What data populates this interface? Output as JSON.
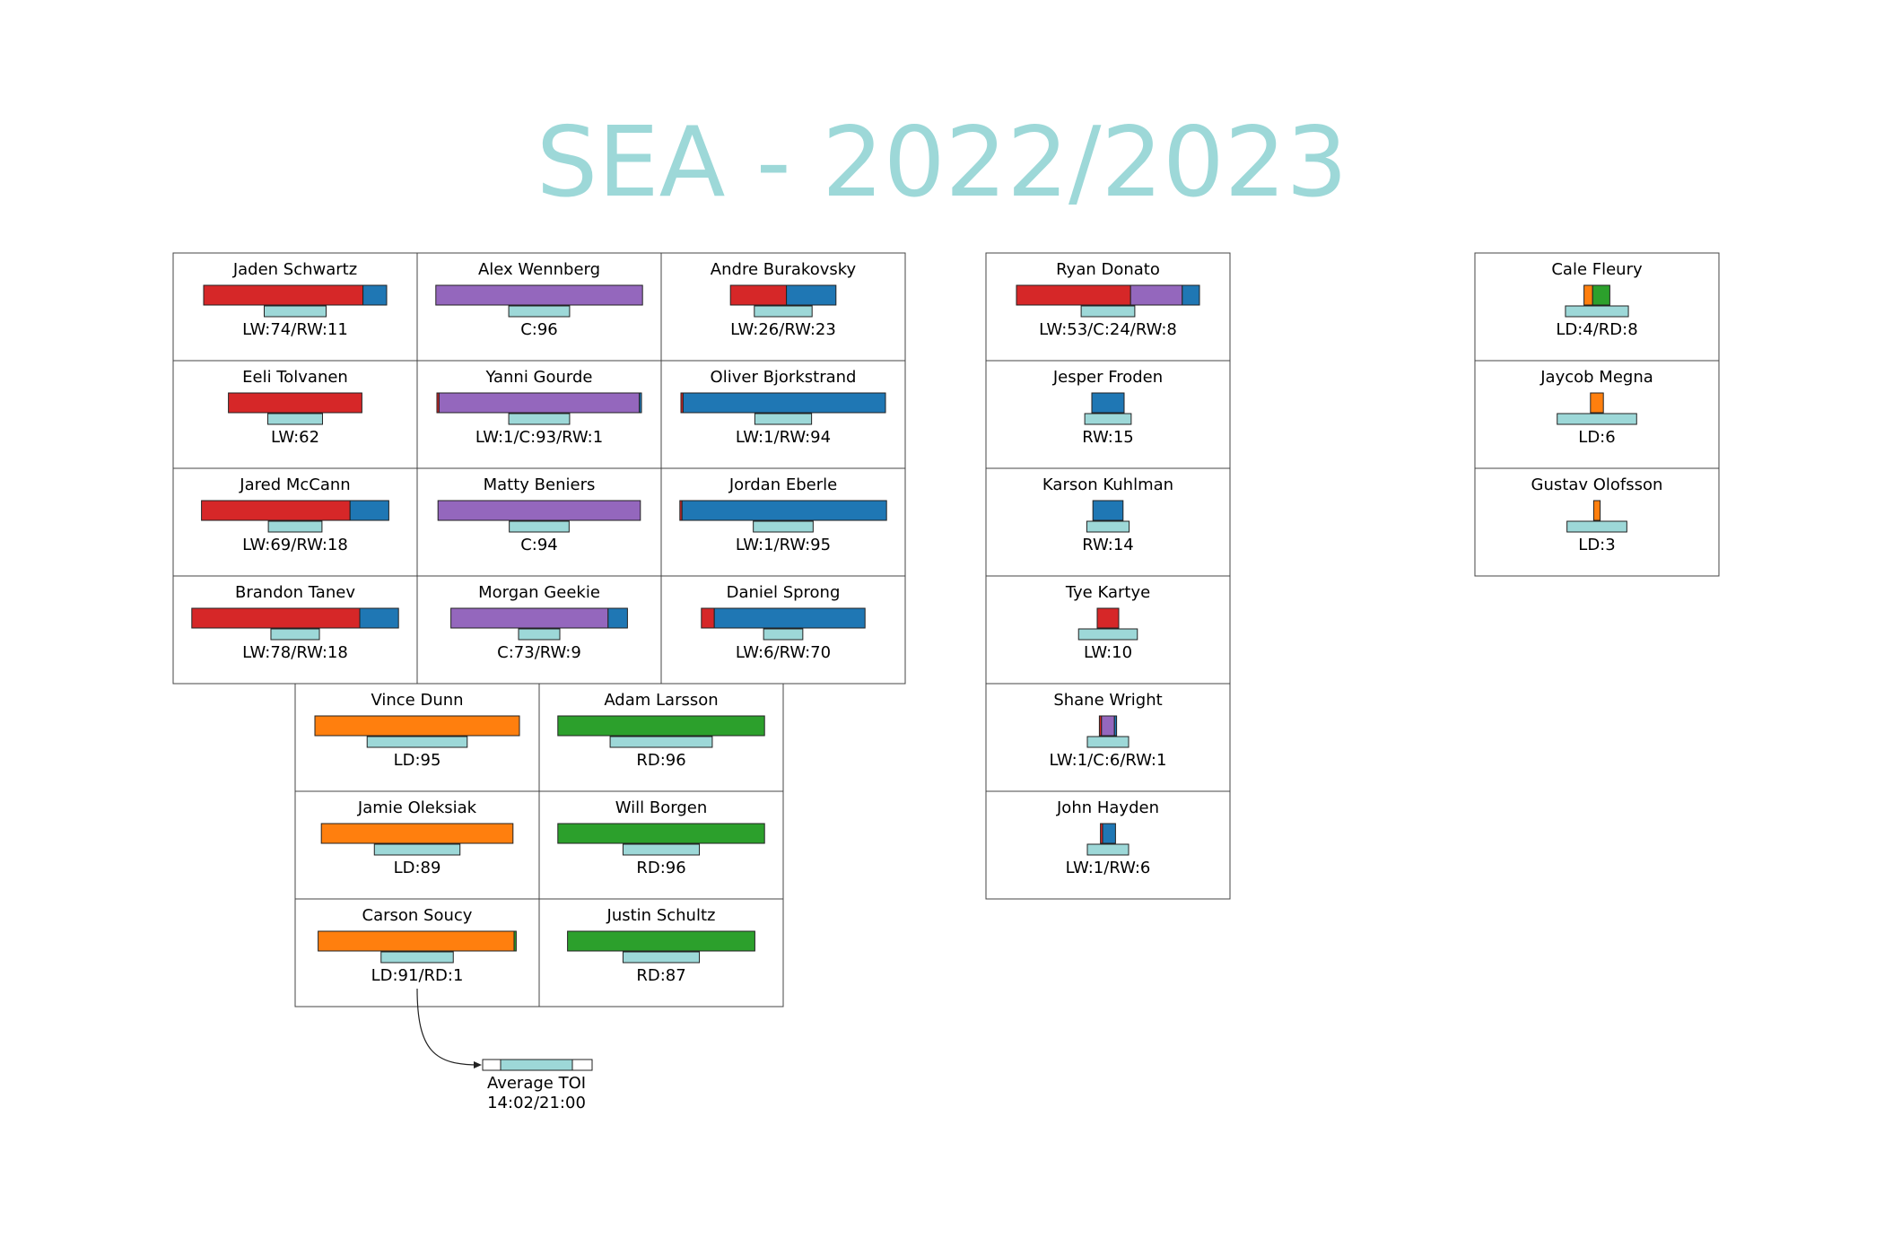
{
  "title": "SEA - 2022/2023",
  "colors": {
    "LW": "#d62728",
    "C": "#9467bd",
    "RW": "#1f77b4",
    "LD": "#ff7f0e",
    "RD": "#2ca02c",
    "toi": "#9dd8d8"
  },
  "legend": {
    "label": "Average TOI",
    "value": "14:02/21:00"
  },
  "chart_data": {
    "type": "bar",
    "title": "SEA - 2022/2023",
    "note": "Per-player stacked bars of games at each position; lower bar shows average TOI",
    "players": [
      {
        "name": "Jaden Schwartz",
        "label": "LW:74/RW:11",
        "group": "forwards",
        "segments": [
          {
            "pos": "LW",
            "value": 74
          },
          {
            "pos": "RW",
            "value": 11
          }
        ],
        "toi": 0.6
      },
      {
        "name": "Alex Wennberg",
        "label": "C:96",
        "group": "forwards",
        "segments": [
          {
            "pos": "C",
            "value": 96
          }
        ],
        "toi": 0.59
      },
      {
        "name": "Andre Burakovsky",
        "label": "LW:26/RW:23",
        "group": "forwards",
        "segments": [
          {
            "pos": "LW",
            "value": 26
          },
          {
            "pos": "RW",
            "value": 23
          }
        ],
        "toi": 0.56
      },
      {
        "name": "Eeli Tolvanen",
        "label": "LW:62",
        "group": "forwards",
        "segments": [
          {
            "pos": "LW",
            "value": 62
          }
        ],
        "toi": 0.53
      },
      {
        "name": "Yanni Gourde",
        "label": "LW:1/C:93/RW:1",
        "group": "forwards",
        "segments": [
          {
            "pos": "LW",
            "value": 1
          },
          {
            "pos": "C",
            "value": 93
          },
          {
            "pos": "RW",
            "value": 1
          }
        ],
        "toi": 0.59
      },
      {
        "name": "Oliver Bjorkstrand",
        "label": "LW:1/RW:94",
        "group": "forwards",
        "segments": [
          {
            "pos": "LW",
            "value": 1
          },
          {
            "pos": "RW",
            "value": 94
          }
        ],
        "toi": 0.55
      },
      {
        "name": "Jared McCann",
        "label": "LW:69/RW:18",
        "group": "forwards",
        "segments": [
          {
            "pos": "LW",
            "value": 69
          },
          {
            "pos": "RW",
            "value": 18
          }
        ],
        "toi": 0.52
      },
      {
        "name": "Matty Beniers",
        "label": "C:94",
        "group": "forwards",
        "segments": [
          {
            "pos": "C",
            "value": 94
          }
        ],
        "toi": 0.58
      },
      {
        "name": "Jordan Eberle",
        "label": "LW:1/RW:95",
        "group": "forwards",
        "segments": [
          {
            "pos": "LW",
            "value": 1
          },
          {
            "pos": "RW",
            "value": 95
          }
        ],
        "toi": 0.58
      },
      {
        "name": "Brandon Tanev",
        "label": "LW:78/RW:18",
        "group": "forwards",
        "segments": [
          {
            "pos": "LW",
            "value": 78
          },
          {
            "pos": "RW",
            "value": 18
          }
        ],
        "toi": 0.47
      },
      {
        "name": "Morgan Geekie",
        "label": "C:73/RW:9",
        "group": "forwards",
        "segments": [
          {
            "pos": "C",
            "value": 73
          },
          {
            "pos": "RW",
            "value": 9
          }
        ],
        "toi": 0.4
      },
      {
        "name": "Daniel Sprong",
        "label": "LW:6/RW:70",
        "group": "forwards",
        "segments": [
          {
            "pos": "LW",
            "value": 6
          },
          {
            "pos": "RW",
            "value": 70
          }
        ],
        "toi": 0.38
      },
      {
        "name": "Vince Dunn",
        "label": "LD:95",
        "group": "defense",
        "segments": [
          {
            "pos": "LD",
            "value": 95
          }
        ],
        "toi": 0.97
      },
      {
        "name": "Adam Larsson",
        "label": "RD:96",
        "group": "defense",
        "segments": [
          {
            "pos": "RD",
            "value": 96
          }
        ],
        "toi": 0.99
      },
      {
        "name": "Jamie Oleksiak",
        "label": "LD:89",
        "group": "defense",
        "segments": [
          {
            "pos": "LD",
            "value": 89
          }
        ],
        "toi": 0.83
      },
      {
        "name": "Will Borgen",
        "label": "RD:96",
        "group": "defense",
        "segments": [
          {
            "pos": "RD",
            "value": 96
          }
        ],
        "toi": 0.74
      },
      {
        "name": "Carson Soucy",
        "label": "LD:91/RD:1",
        "group": "defense",
        "segments": [
          {
            "pos": "LD",
            "value": 91
          },
          {
            "pos": "RD",
            "value": 1
          }
        ],
        "toi": 0.7
      },
      {
        "name": "Justin Schultz",
        "label": "RD:87",
        "group": "defense",
        "segments": [
          {
            "pos": "RD",
            "value": 87
          }
        ],
        "toi": 0.74
      },
      {
        "name": "Ryan Donato",
        "label": "LW:53/C:24/RW:8",
        "group": "extra_forwards",
        "segments": [
          {
            "pos": "LW",
            "value": 53
          },
          {
            "pos": "C",
            "value": 24
          },
          {
            "pos": "RW",
            "value": 8
          }
        ],
        "toi": 0.52
      },
      {
        "name": "Jesper Froden",
        "label": "RW:15",
        "group": "extra_forwards",
        "segments": [
          {
            "pos": "RW",
            "value": 15
          }
        ],
        "toi": 0.45
      },
      {
        "name": "Karson Kuhlman",
        "label": "RW:14",
        "group": "extra_forwards",
        "segments": [
          {
            "pos": "RW",
            "value": 14
          }
        ],
        "toi": 0.41
      },
      {
        "name": "Tye Kartye",
        "label": "LW:10",
        "group": "extra_forwards",
        "segments": [
          {
            "pos": "LW",
            "value": 10
          }
        ],
        "toi": 0.57
      },
      {
        "name": "Shane Wright",
        "label": "LW:1/C:6/RW:1",
        "group": "extra_forwards",
        "segments": [
          {
            "pos": "LW",
            "value": 1
          },
          {
            "pos": "C",
            "value": 6
          },
          {
            "pos": "RW",
            "value": 1
          }
        ],
        "toi": 0.4
      },
      {
        "name": "John Hayden",
        "label": "LW:1/RW:6",
        "group": "extra_forwards",
        "segments": [
          {
            "pos": "LW",
            "value": 1
          },
          {
            "pos": "RW",
            "value": 6
          }
        ],
        "toi": 0.4
      },
      {
        "name": "Cale Fleury",
        "label": "LD:4/RD:8",
        "group": "extra_defense",
        "segments": [
          {
            "pos": "LD",
            "value": 4
          },
          {
            "pos": "RD",
            "value": 8
          }
        ],
        "toi": 0.61
      },
      {
        "name": "Jaycob Megna",
        "label": "LD:6",
        "group": "extra_defense",
        "segments": [
          {
            "pos": "LD",
            "value": 6
          }
        ],
        "toi": 0.77
      },
      {
        "name": "Gustav Olofsson",
        "label": "LD:3",
        "group": "extra_defense",
        "segments": [
          {
            "pos": "LD",
            "value": 3
          }
        ],
        "toi": 0.58
      }
    ]
  }
}
